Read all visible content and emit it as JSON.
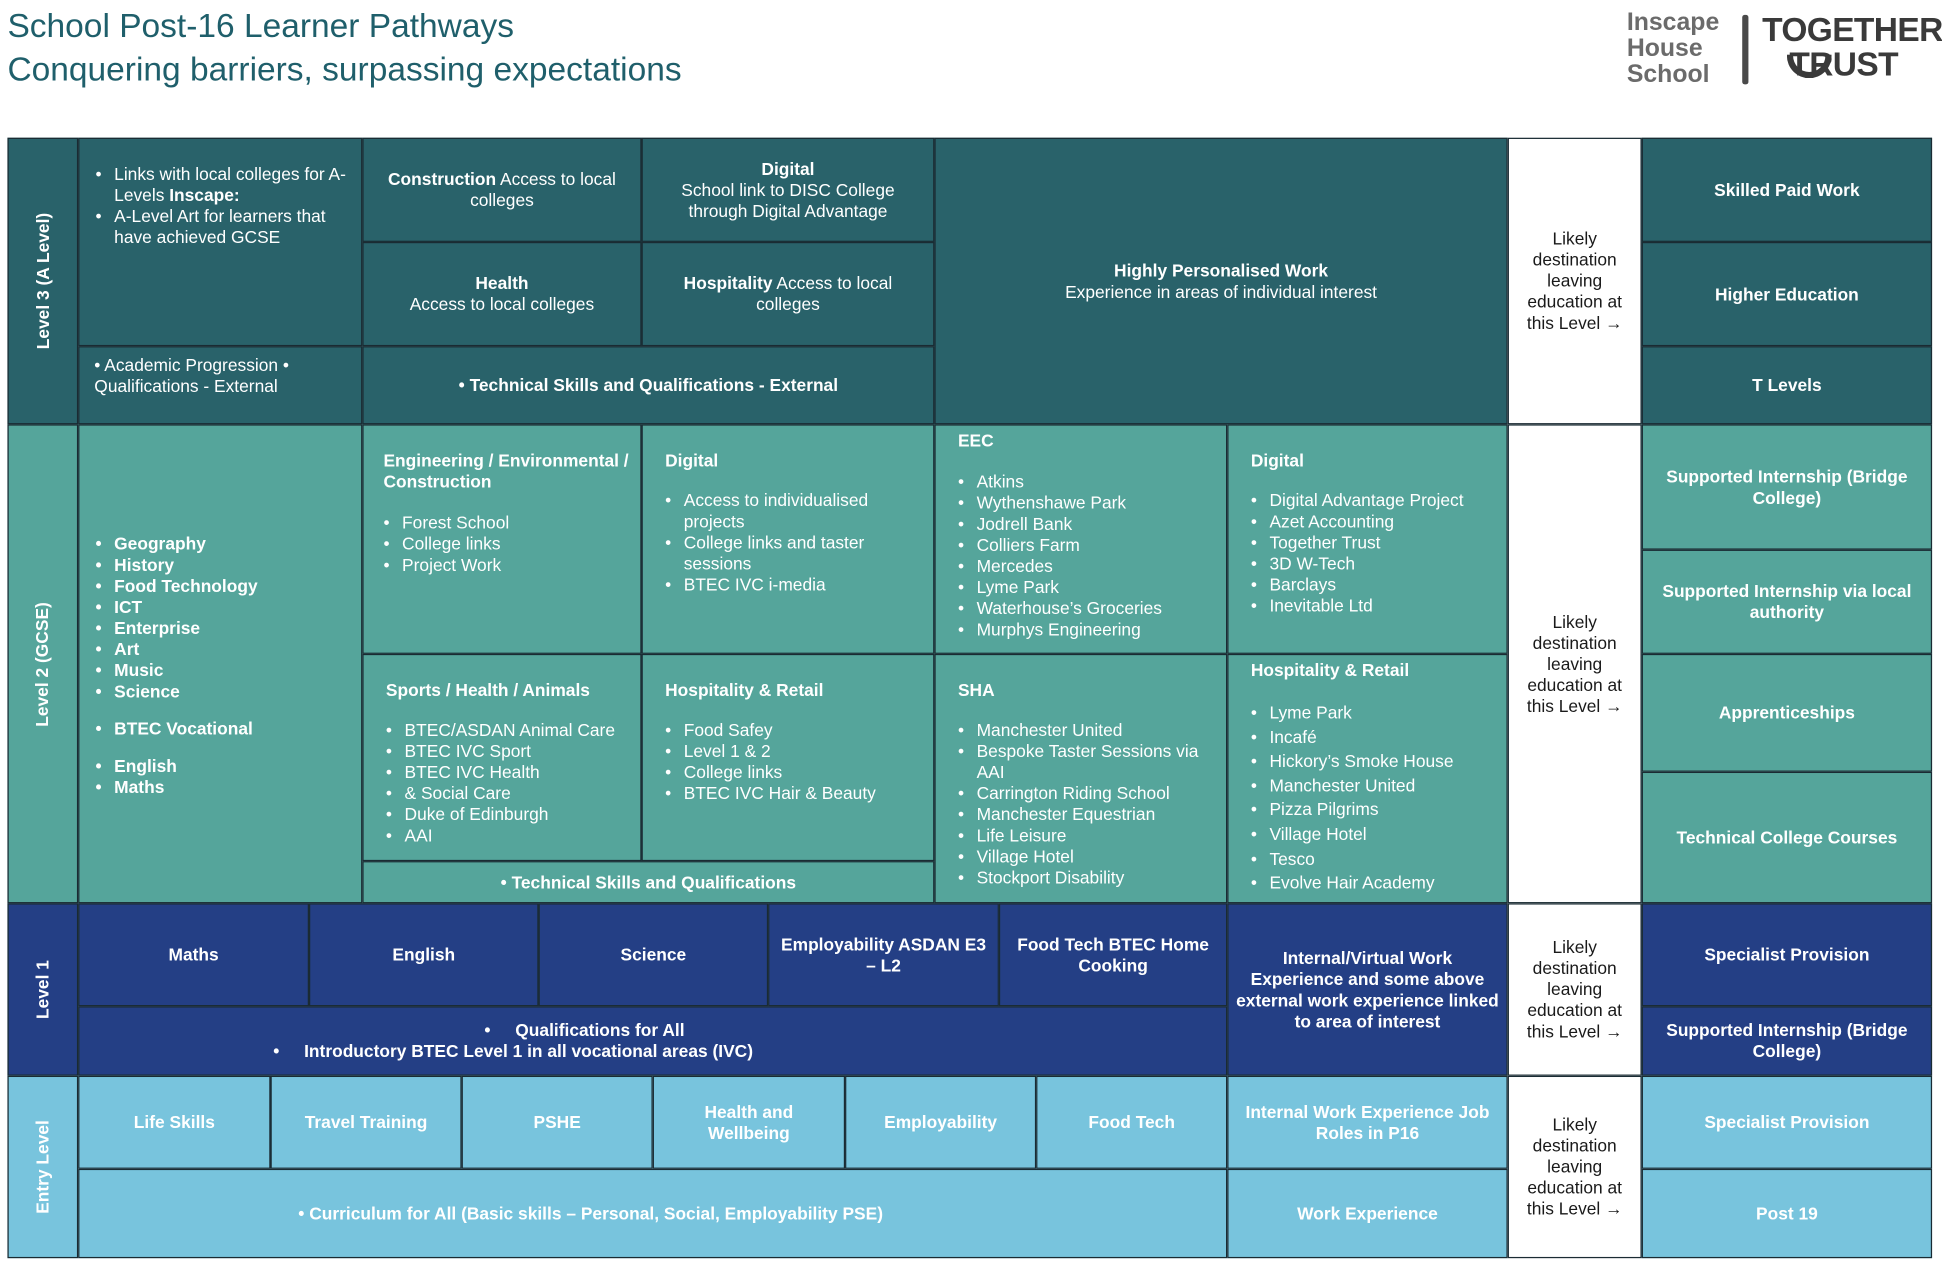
{
  "header": {
    "title": "School Post-16 Learner Pathways",
    "subtitle": "Conquering barriers, surpassing expectations"
  },
  "logos": {
    "inscape": [
      "Inscape",
      "House",
      "School"
    ],
    "together": [
      "TOGETHER",
      "TRUST"
    ]
  },
  "likely": "Likely destination leaving education at this Level →",
  "level3": {
    "label": "Level 3 (A Level)",
    "links_items": [
      "Links with local colleges for A-Levels",
      "A-Level Art for learners that have achieved GCSE"
    ],
    "links_inscape": "Inscape:",
    "academic": "• Academic Progression • Qualifications - External",
    "construction_title": "Construction",
    "construction_text": " Access to local colleges",
    "digital_title": "Digital",
    "digital_text": "School link to DISC College through Digital Advantage",
    "health_title": "Health",
    "health_text": "Access to local colleges",
    "hospitality_title": "Hospitality",
    "hospitality_text": " Access to local colleges",
    "technical": "• Technical Skills and Qualifications - External",
    "work_title": "Highly Personalised Work",
    "work_text": "Experience in areas of individual interest",
    "dest": [
      "Skilled Paid Work",
      "Higher Education",
      "T Levels"
    ]
  },
  "level2": {
    "label": "Level 2 (GCSE)",
    "subjects_a": [
      "Geography",
      "History",
      "Food Technology",
      "ICT",
      "Enterprise",
      "Art",
      "Music",
      "Science"
    ],
    "subjects_b": [
      "BTEC Vocational"
    ],
    "subjects_c": [
      "English",
      "Maths"
    ],
    "eng_title": "Engineering / Environmental / Construction",
    "eng_items": [
      "Forest School",
      "College links",
      "Project Work"
    ],
    "dig_title": "Digital",
    "dig_items": [
      "Access to individualised projects",
      "College links and taster sessions",
      "BTEC IVC i-media"
    ],
    "sports_title": "Sports / Health / Animals",
    "sports_items": [
      "BTEC/ASDAN Animal Care",
      "BTEC IVC Sport",
      "BTEC IVC Health",
      "& Social Care",
      "Duke of Edinburgh",
      "AAI"
    ],
    "hosp_title": "Hospitality & Retail",
    "hosp_items": [
      "Food Safey",
      "Level 1 & 2",
      "College links",
      "BTEC IVC Hair & Beauty"
    ],
    "technical": "• Technical Skills and Qualifications",
    "eec_title": "EEC",
    "eec_items": [
      "Atkins",
      "Wythenshawe Park",
      "Jodrell Bank",
      "Colliers Farm",
      "Mercedes",
      "Lyme Park",
      "Waterhouse’s Groceries",
      "Murphys Engineering"
    ],
    "dig2_title": "Digital",
    "dig2_items": [
      "Digital Advantage Project",
      "Azet Accounting",
      "Together Trust",
      "3D W-Tech",
      "Barclays",
      "Inevitable Ltd"
    ],
    "sha_title": "SHA",
    "sha_items": [
      "Manchester United",
      "Bespoke Taster Sessions via AAI",
      "Carrington Riding School",
      "Manchester Equestrian",
      "Life Leisure",
      "Village Hotel",
      "Stockport Disability"
    ],
    "hosp2_title": "Hospitality & Retail",
    "hosp2_items": [
      "Lyme Park",
      "Incafé",
      "Hickory’s Smoke House",
      "Manchester United",
      "Pizza Pilgrims",
      "Village Hotel",
      "Tesco",
      "Evolve Hair Academy"
    ],
    "dest": [
      "Supported Internship (Bridge College)",
      "Supported Internship via local authority",
      "Apprenticeships",
      "Technical College Courses"
    ]
  },
  "level1": {
    "label": "Level 1",
    "subjects": [
      "Maths",
      "English",
      "Science",
      "Employability ASDAN E3 – L2",
      "Food Tech BTEC Home Cooking"
    ],
    "qual_1": "Qualifications for All",
    "qual_2": "Introductory BTEC Level 1 in all vocational areas (IVC)",
    "work": "Internal/Virtual Work Experience and some above external work experience linked to area of interest",
    "dest": [
      "Specialist Provision",
      "Supported Internship (Bridge College)"
    ]
  },
  "entry": {
    "label": "Entry Level",
    "subjects": [
      "Life Skills",
      "Travel Training",
      "PSHE",
      "Health and Wellbeing",
      "Employability",
      "Food Tech"
    ],
    "curriculum": "• Curriculum for All (Basic skills – Personal, Social, Employability PSE)",
    "work1": "Internal Work Experience Job Roles in P16",
    "work2": "Work Experience",
    "dest": [
      "Specialist Provision",
      "Post 19"
    ]
  },
  "colors": {
    "level3": "#29626a",
    "level2": "#55a59b",
    "level1": "#243f85",
    "entry": "#78c4dd",
    "heading": "#1f5f6b"
  }
}
